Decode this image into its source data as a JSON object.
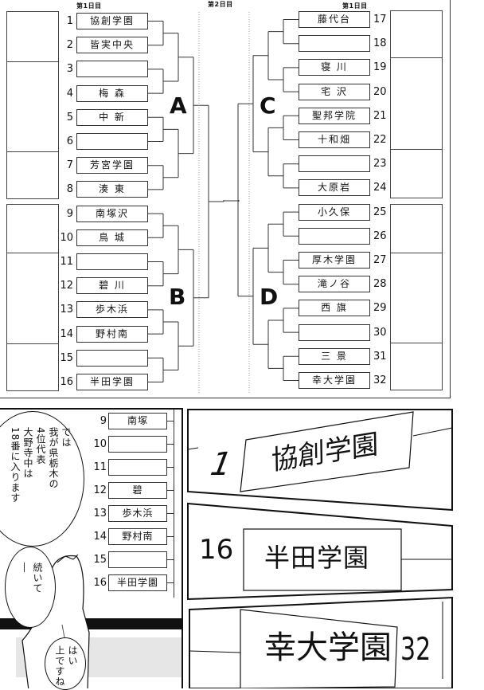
{
  "bracket": {
    "day1_label_left": "第1日目",
    "day2_label": "第2日目",
    "day1_label_right": "第1日目",
    "blocks": [
      "A",
      "B",
      "C",
      "D"
    ],
    "left_slots": [
      {
        "num": "1",
        "school": "協創学園"
      },
      {
        "num": "2",
        "school": "皆実中央"
      },
      {
        "num": "3",
        "school": ""
      },
      {
        "num": "4",
        "school": "梅 森"
      },
      {
        "num": "5",
        "school": "中 新"
      },
      {
        "num": "6",
        "school": ""
      },
      {
        "num": "7",
        "school": "芳宮学園"
      },
      {
        "num": "8",
        "school": "湊 東"
      },
      {
        "num": "9",
        "school": "南塚沢"
      },
      {
        "num": "10",
        "school": "鳥 城"
      },
      {
        "num": "11",
        "school": ""
      },
      {
        "num": "12",
        "school": "碧 川"
      },
      {
        "num": "13",
        "school": "歩木浜"
      },
      {
        "num": "14",
        "school": "野村南"
      },
      {
        "num": "15",
        "school": ""
      },
      {
        "num": "16",
        "school": "半田学園"
      }
    ],
    "right_slots": [
      {
        "num": "17",
        "school": "藤代台"
      },
      {
        "num": "18",
        "school": ""
      },
      {
        "num": "19",
        "school": "寝 川"
      },
      {
        "num": "20",
        "school": "宅 沢"
      },
      {
        "num": "21",
        "school": "聖邦学院"
      },
      {
        "num": "22",
        "school": "十和畑"
      },
      {
        "num": "23",
        "school": ""
      },
      {
        "num": "24",
        "school": "大原岩"
      },
      {
        "num": "25",
        "school": "小久保"
      },
      {
        "num": "26",
        "school": ""
      },
      {
        "num": "27",
        "school": "厚木学園"
      },
      {
        "num": "28",
        "school": "滝ノ谷"
      },
      {
        "num": "29",
        "school": "西 旗"
      },
      {
        "num": "30",
        "school": ""
      },
      {
        "num": "31",
        "school": "三 景"
      },
      {
        "num": "32",
        "school": "幸大学園"
      }
    ]
  },
  "panel_left": {
    "board_slots": [
      {
        "num": "9",
        "school": "南塚"
      },
      {
        "num": "10",
        "school": ""
      },
      {
        "num": "11",
        "school": ""
      },
      {
        "num": "12",
        "school": "碧"
      },
      {
        "num": "13",
        "school": "歩木浜"
      },
      {
        "num": "14",
        "school": "野村南"
      },
      {
        "num": "15",
        "school": ""
      },
      {
        "num": "16",
        "school": "半田学園"
      }
    ],
    "bubble_main": [
      "では",
      "我が県栃木の",
      "4位代表",
      "大野寺中は",
      "18番に入ります"
    ],
    "bubble_reply": [
      "はい",
      "上ですね"
    ],
    "bubble_next": [
      "続いて",
      "―"
    ]
  },
  "panel_right": {
    "closeup_1": {
      "num": "1",
      "school": "協創学園"
    },
    "closeup_2": {
      "num": "16",
      "school": "半田学園"
    },
    "closeup_3": {
      "num": "32",
      "school": "幸大学園"
    }
  }
}
